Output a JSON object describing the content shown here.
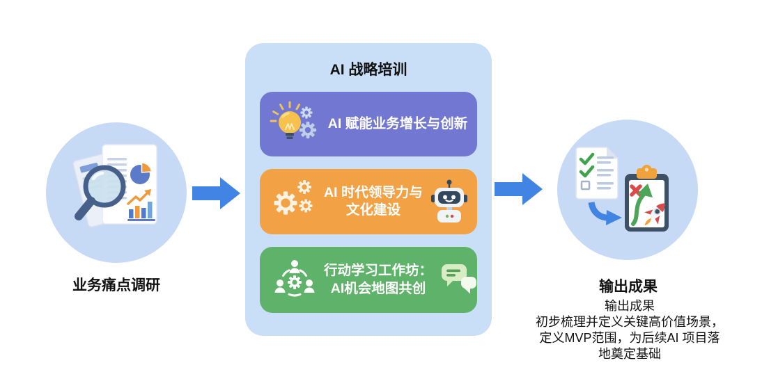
{
  "flow": {
    "left": {
      "label": "业务痛点调研",
      "icon": "magnifier-report-icon"
    },
    "panel": {
      "title": "AI 战略培训",
      "cards": [
        {
          "lines": [
            "AI 赋能业务增长与创新"
          ],
          "color": "#7277D2",
          "left_icon": "lightbulb-gears-icon"
        },
        {
          "lines": [
            "AI 时代领导力与",
            "文化建设"
          ],
          "color": "#F2A144",
          "left_icon": "gears-icon",
          "right_icon": "robot-icon"
        },
        {
          "lines": [
            "行动学习工作坊：",
            "AI机会地图共创"
          ],
          "color": "#5FB269",
          "left_icon": "team-gear-icon",
          "right_icon": "chat-bubbles-icon"
        }
      ]
    },
    "right": {
      "label": "输出成果",
      "icon": "checklist-clipboard-rocket-icon",
      "description_lines": [
        "输出成果",
        "初步梳理并定义关键高价值场景，",
        "定义MVP范围，为后续AI 项目落",
        "地奠定基础"
      ]
    }
  },
  "palette": {
    "panel_bg": "#C9DEF7",
    "circle_bg": "#C7DAF5",
    "card_purple": "#7277D2",
    "card_orange": "#F2A144",
    "card_green": "#5FB269",
    "arrow_blue": "#4184E4",
    "text_dark": "#111111",
    "text_white": "#FFFFFF"
  }
}
